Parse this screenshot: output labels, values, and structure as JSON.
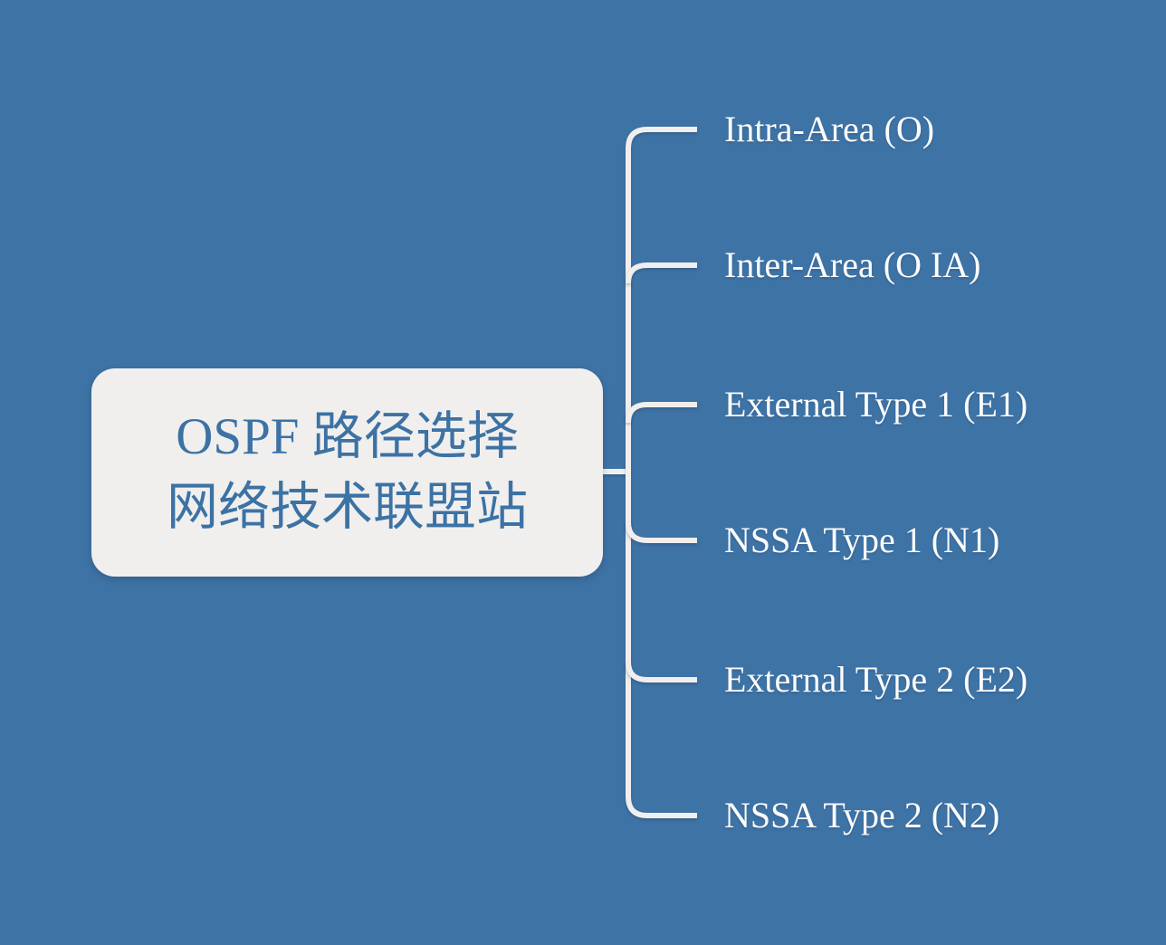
{
  "colors": {
    "background": "#3e73a6",
    "node_fill": "#f0efee",
    "node_text": "#3c72a4",
    "branch_text": "#fcfcfc",
    "connector": "#f0efee"
  },
  "root_node": {
    "line1": "OSPF 路径选择",
    "line2": "网络技术联盟站"
  },
  "branches": [
    {
      "label": "Intra-Area (O)"
    },
    {
      "label": "Inter-Area (O IA)"
    },
    {
      "label": "External Type 1 (E1)"
    },
    {
      "label": "NSSA Type 1 (N1)"
    },
    {
      "label": "External Type 2 (E2)"
    },
    {
      "label": "NSSA Type 2 (N2)"
    }
  ]
}
